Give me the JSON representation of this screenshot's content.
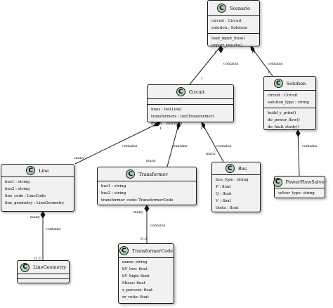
{
  "classes": {
    "scenario": {
      "name": "Scenario",
      "badge": "C",
      "fields": [
        "circuit : Circuit",
        "solution : Solution"
      ],
      "methods": [
        "load_input_files()",
        "export_results()"
      ]
    },
    "circuit": {
      "name": "Circuit",
      "badge": "C",
      "fields": [
        "lines : list(Line)",
        "transformers : list(Transformer)",
        "buses : list(Bus)"
      ],
      "methods": []
    },
    "solution": {
      "name": "Solution",
      "badge": "C",
      "fields": [
        "circuit : Circuit",
        "solution_type : string"
      ],
      "methods": [
        "build_y_prim()",
        "do_power_flow()",
        "do_fault_study()"
      ]
    },
    "line": {
      "name": "Line",
      "badge": "C",
      "fields": [
        "bus1 : string",
        "bus2 : string",
        "line_code : LineCode",
        "line_geometry : LineGeometry"
      ],
      "methods": []
    },
    "transformer": {
      "name": "Transformer",
      "badge": "C",
      "fields": [
        "bus1 : string",
        "bus2 : string",
        "transformer_code: TransformerCode"
      ],
      "methods": []
    },
    "bus": {
      "name": "Bus",
      "badge": "C",
      "fields": [
        "bus_type : string",
        "P : float",
        "Q : float",
        "V : float",
        "theta : float"
      ],
      "methods": []
    },
    "powerflowsolver": {
      "name": "PowerFlowSolver",
      "badge": "C",
      "fields": [
        "solver_type: string"
      ],
      "methods": []
    },
    "linegeometry": {
      "name": "LineGeometry",
      "badge": "C",
      "fields": [],
      "methods": []
    },
    "transformercode": {
      "name": "TransformerCode",
      "badge": "C",
      "fields": [
        "name: string",
        "kV_low: float",
        "kV_high: float",
        "Sbase: float",
        "z_percent: float",
        "xr_ratio: float"
      ],
      "methods": []
    }
  },
  "relations": [
    {
      "id": "scenario-circuit",
      "label": "contains",
      "source_mult": "1",
      "target_mult": "1"
    },
    {
      "id": "scenario-solution",
      "label": "contains",
      "source_mult": "1",
      "target_mult": "1"
    },
    {
      "id": "circuit-line",
      "label": "contains",
      "source_mult": "1",
      "target_mult": "many"
    },
    {
      "id": "circuit-transformer",
      "label": "contains",
      "source_mult": "1",
      "target_mult": "many"
    },
    {
      "id": "circuit-bus",
      "label": "contains",
      "source_mult": "1",
      "target_mult": "many"
    },
    {
      "id": "solution-powerflowsolver",
      "label": "contains",
      "source_mult": "",
      "target_mult": ""
    },
    {
      "id": "line-linegeometry",
      "label": "contains",
      "source_mult": "many",
      "target_mult": "0..1"
    },
    {
      "id": "transformer-transformercode",
      "label": "contains",
      "source_mult": "many",
      "target_mult": "0..1"
    }
  ]
}
